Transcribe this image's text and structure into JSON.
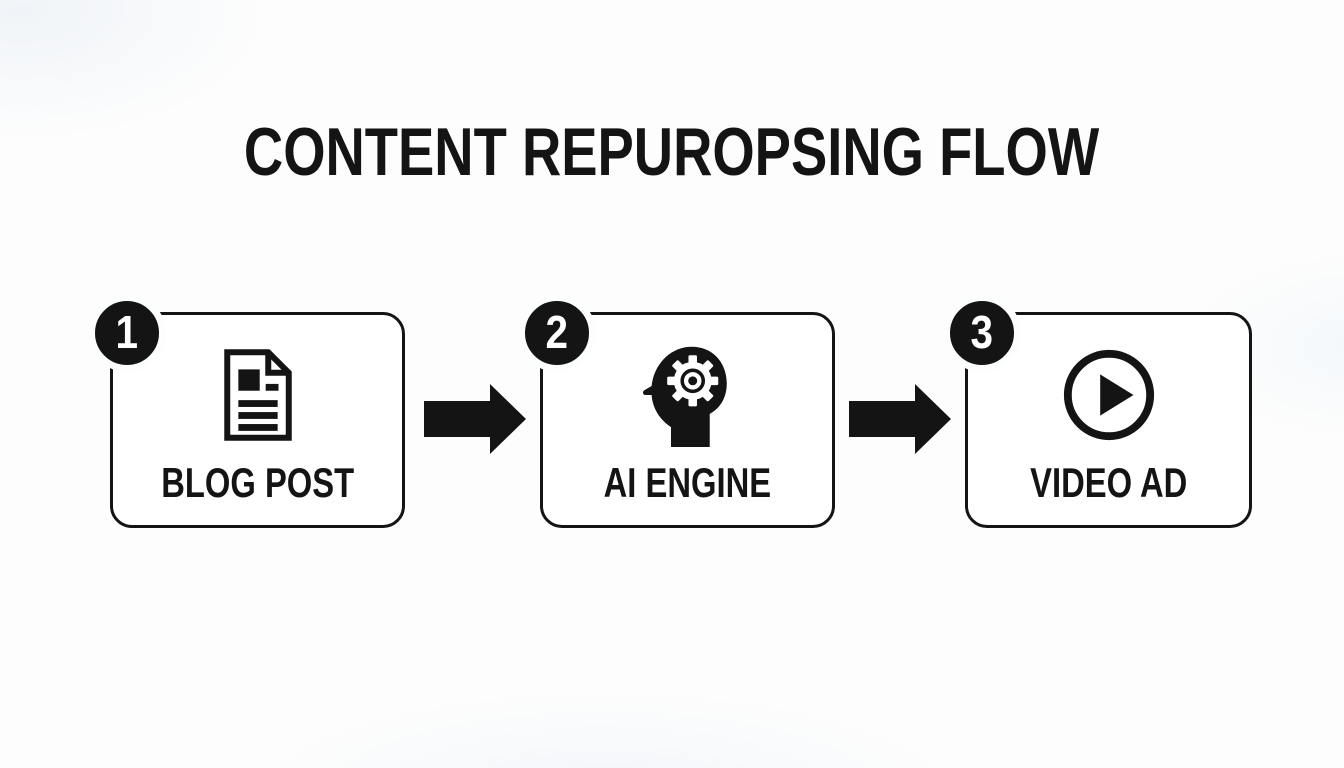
{
  "title": "CONTENT REPUROPSING FLOW",
  "colors": {
    "ink": "#141414",
    "background": "#fdfdfd",
    "box_fill": "#ffffff",
    "badge_fill": "#141414",
    "badge_text": "#ffffff"
  },
  "steps": [
    {
      "number": "1",
      "label": "BLOG POST",
      "icon": "document-icon"
    },
    {
      "number": "2",
      "label": "AI ENGINE",
      "icon": "head-gear-icon"
    },
    {
      "number": "3",
      "label": "VIDEO AD",
      "icon": "play-icon"
    }
  ],
  "connectors": [
    {
      "icon": "arrow-right-icon"
    },
    {
      "icon": "arrow-right-icon"
    }
  ]
}
